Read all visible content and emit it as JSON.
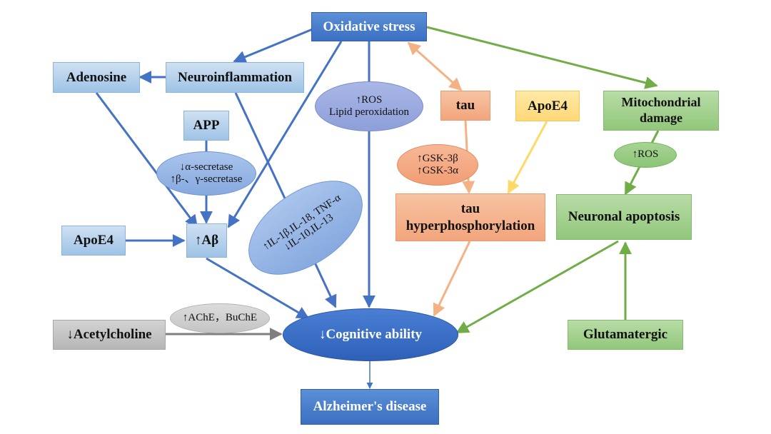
{
  "nodes": {
    "oxidative_stress": "Oxidative stress",
    "adenosine": "Adenosine",
    "neuroinflammation": "Neuroinflammation",
    "ros_lipid": [
      "↑ROS",
      "Lipid peroxidation"
    ],
    "tau": "tau",
    "apoe4_right": "ApoE4",
    "mitochondrial_damage": [
      "Mitochondrial",
      "damage"
    ],
    "app": "APP",
    "secretase": [
      "↓α-secretase",
      "↑β-、γ-secretase"
    ],
    "gsk": [
      "↑GSK-3β",
      "↑GSK-3α"
    ],
    "ros_green": "↑ROS",
    "cytokines": [
      "↑IL-1β,IL-18, TNF-α",
      "↓IL-10,IL-13"
    ],
    "tau_hyper": [
      "tau",
      "hyperphosphorylation"
    ],
    "neuronal_apoptosis": "Neuronal apoptosis",
    "apoe4_left": "ApoE4",
    "abeta": "↑Aβ",
    "ache": "↑AChE，BuChE",
    "acetylcholine": "↓Acetylcholine",
    "cognitive": "↓Cognitive ability",
    "glutamatergic": "Glutamatergic",
    "alzheimers": "Alzheimer's disease"
  },
  "colors": {
    "blue_arrow": "#4472c4",
    "green_arrow": "#70ad47",
    "orange_arrow": "#f4b183",
    "yellow_arrow": "#ffd966",
    "gray_arrow": "#7f7f7f"
  }
}
